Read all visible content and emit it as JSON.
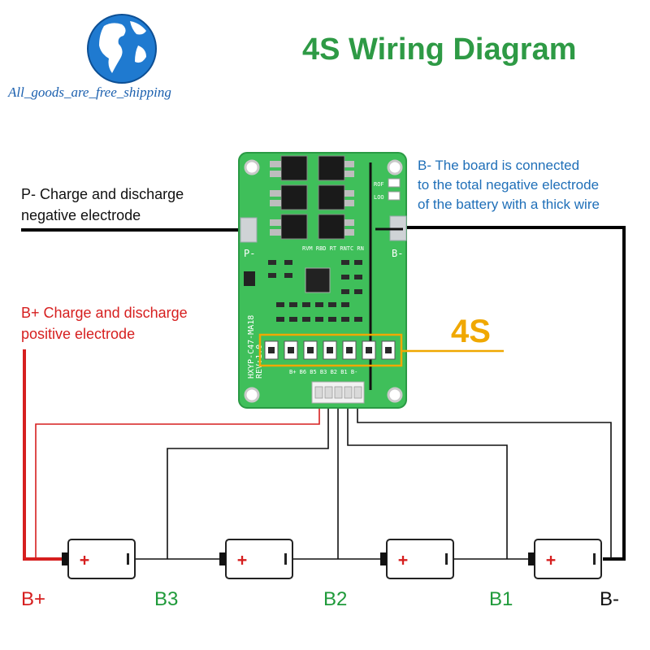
{
  "title": "4S Wiring Diagram",
  "brand_text": "All_goods_are_free_shipping",
  "annotations": {
    "p_minus": [
      "P- Charge and discharge",
      "negative electrode"
    ],
    "b_minus": [
      "B- The board is connected",
      "to the total negative electrode",
      "of the battery with a thick wire"
    ],
    "b_plus": [
      "B+ Charge and discharge",
      "positive electrode"
    ],
    "series_count": "4S"
  },
  "terminals": {
    "bplus": "B+",
    "b3": "B3",
    "b2": "B2",
    "b1": "B1",
    "bminus": "B-"
  },
  "board": {
    "model": "HXYP-C47-MA18",
    "revision": "REV:1.0",
    "pad_p": "P-",
    "pad_b": "B-",
    "connector_pins": "B+ B6 B5 B3 B2 B1 B-",
    "header_text": "RVM RBD RT RNTC RN",
    "led_labels": [
      "ROF",
      "LOO"
    ]
  },
  "battery_symbol": "+",
  "colors": {
    "title": "#2e9a45",
    "positive_wire": "#d61f1f",
    "negative_wire": "#000000",
    "highlight": "#f0a800",
    "pcb": "#3fbf5a",
    "brand": "#1a5fae"
  }
}
